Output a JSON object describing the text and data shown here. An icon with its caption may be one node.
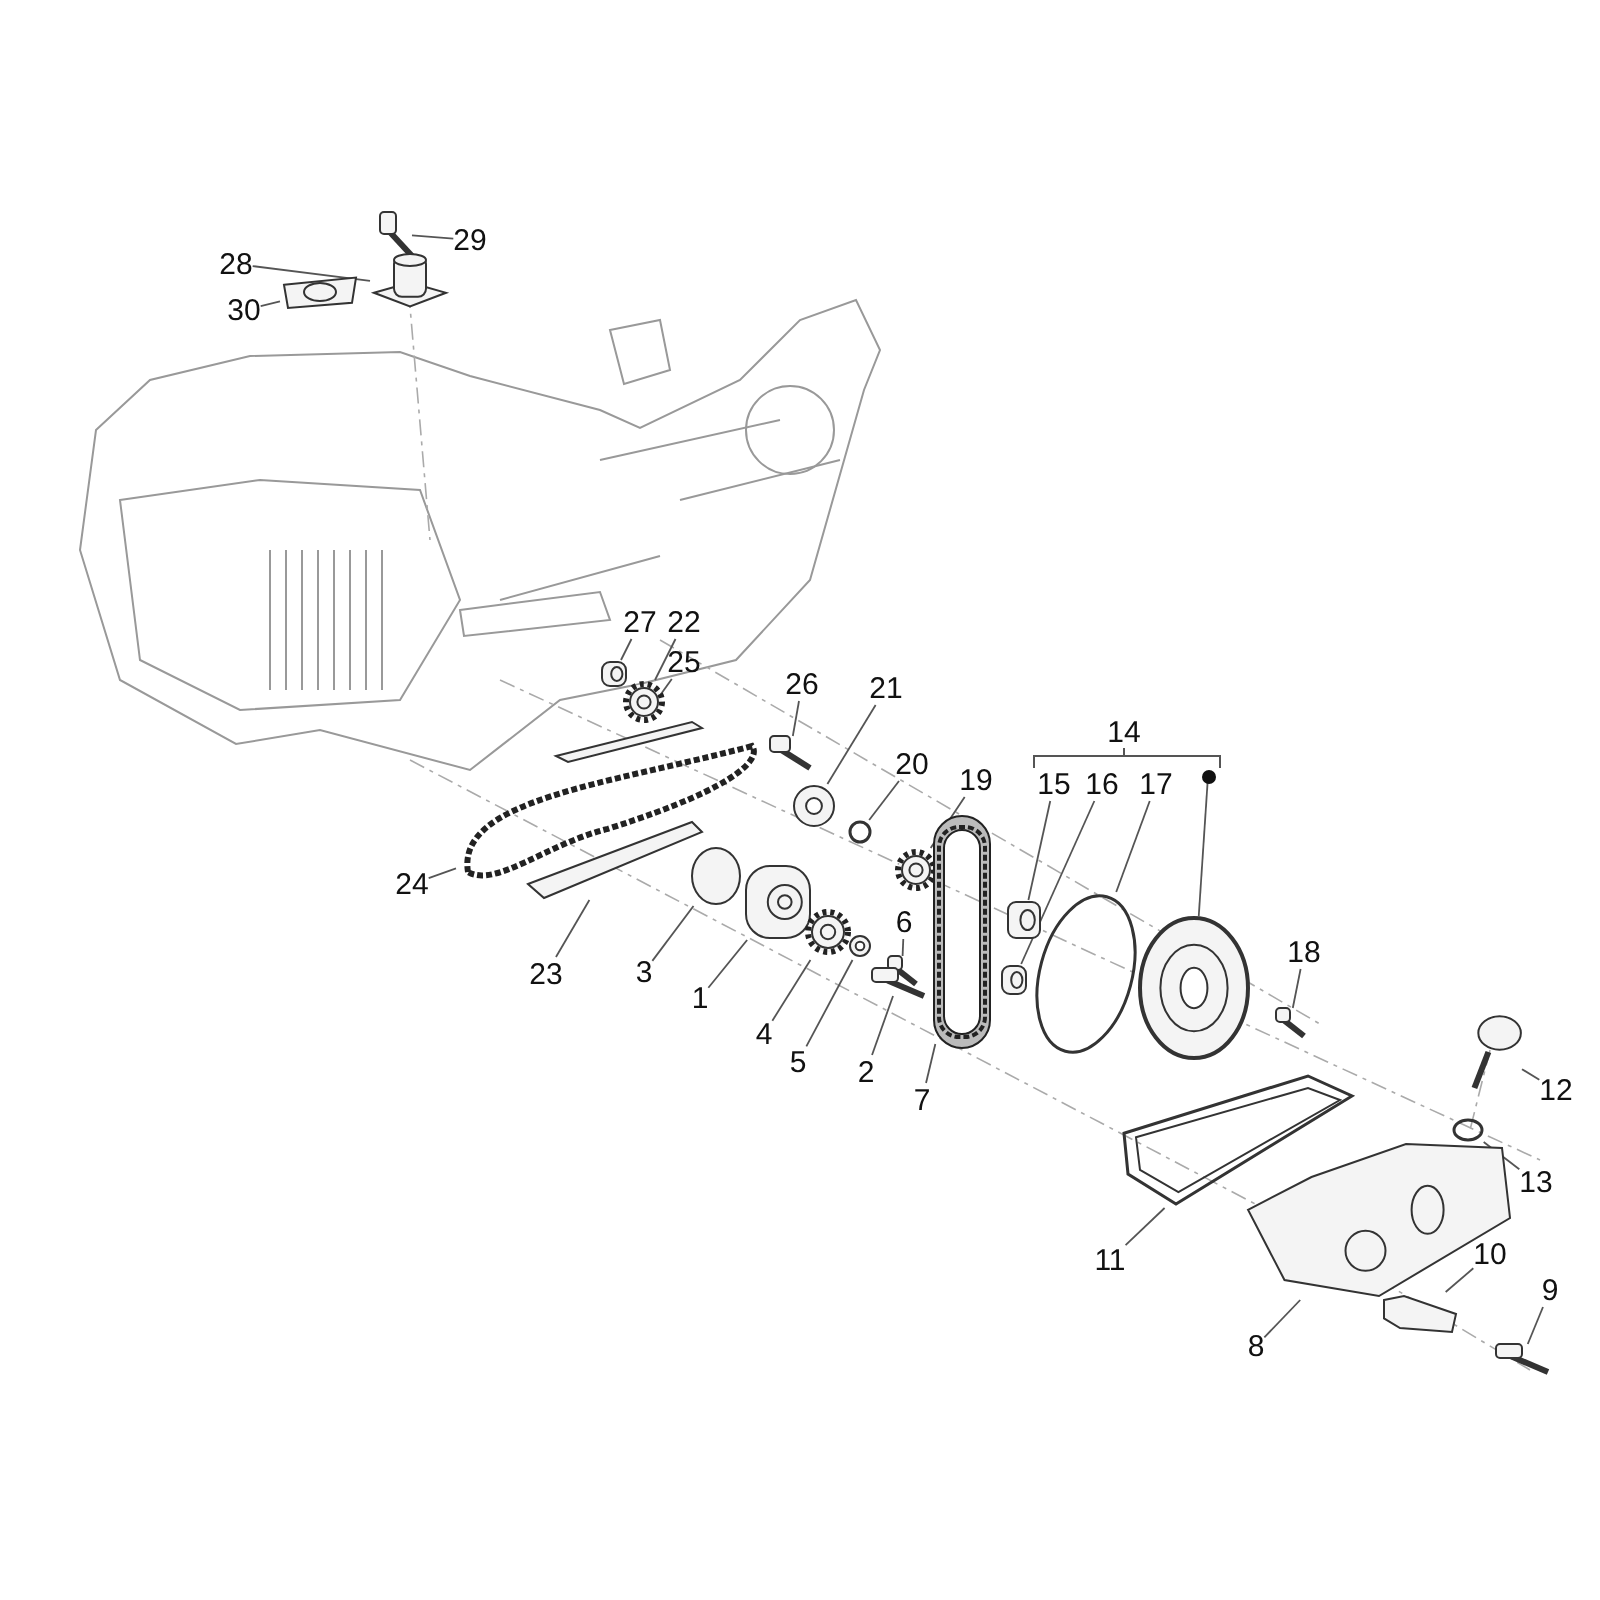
{
  "diagram": {
    "nodes": [
      {
        "text": [
          "29"
        ]
      },
      {
        "text": [
          "28"
        ]
      },
      {
        "text": [
          "30"
        ]
      },
      {
        "text": [
          "27"
        ]
      },
      {
        "text": [
          "22"
        ]
      },
      {
        "text": [
          "25"
        ]
      },
      {
        "text": [
          "26"
        ]
      },
      {
        "text": [
          "21"
        ]
      },
      {
        "text": [
          "20"
        ]
      },
      {
        "text": [
          "19"
        ]
      },
      {
        "text": [
          "15"
        ]
      },
      {
        "text": [
          "16"
        ]
      },
      {
        "text": [
          "17"
        ]
      },
      {
        "text": [],
        "shape": "circle"
      },
      {
        "text": [
          "24"
        ]
      },
      {
        "text": [
          "18"
        ]
      },
      {
        "text": [
          "6"
        ]
      },
      {
        "text": [
          "23"
        ]
      },
      {
        "text": [
          "3"
        ]
      },
      {
        "text": [
          "1"
        ]
      },
      {
        "text": [
          "4"
        ]
      },
      {
        "text": [
          "12"
        ]
      },
      {
        "text": [
          "5"
        ]
      },
      {
        "text": [
          "2"
        ]
      },
      {
        "text": [
          "7"
        ]
      },
      {
        "text": [
          "13"
        ]
      },
      {
        "text": [
          "11"
        ]
      },
      {
        "text": [
          "10"
        ]
      },
      {
        "text": [
          "9"
        ]
      },
      {
        "text": [
          "8"
        ]
      },
      {
        "text": [],
        "shape": "picture"
      },
      {
        "text": [],
        "shape": "picture"
      },
      {
        "text": [],
        "shape": "picture"
      },
      {
        "text": [],
        "shape": "picture"
      },
      {
        "text": [],
        "shape": "picture"
      },
      {
        "text": [],
        "shape": "picture"
      },
      {
        "text": [],
        "shape": "picture"
      },
      {
        "text": [],
        "shape": "picture"
      },
      {
        "text": [],
        "shape": "circle"
      },
      {
        "text": [],
        "shape": "picture"
      },
      {
        "text": [],
        "shape": "picture"
      },
      {
        "text": [],
        "shape": "picture"
      },
      {
        "text": [],
        "shape": "circle"
      },
      {
        "text": [],
        "shape": "picture"
      },
      {
        "text": [],
        "shape": "picture"
      },
      {
        "text": [],
        "shape": "picture"
      },
      {
        "text": [],
        "shape": "picture"
      },
      {
        "text": [],
        "shape": "picture"
      },
      {
        "text": [],
        "shape": "circle"
      },
      {
        "text": [],
        "shape": "picture"
      },
      {
        "text": [],
        "shape": "picture"
      },
      {
        "text": [],
        "shape": "picture"
      },
      {
        "text": [],
        "shape": "picture"
      },
      {
        "text": [],
        "shape": "picture"
      },
      {
        "text": [],
        "shape": "picture"
      },
      {
        "text": [],
        "shape": "circle"
      },
      {
        "text": [],
        "shape": "picture"
      },
      {
        "text": [],
        "shape": "picture"
      },
      {
        "text": [],
        "shape": "picture"
      },
      {
        "text": [],
        "shape": "picture"
      }
    ],
    "edges": [
      {
        "from": 0,
        "to": 30,
        "arrow": "none"
      },
      {
        "from": 1,
        "to": 31,
        "arrow": "none"
      },
      {
        "from": 2,
        "to": 32,
        "arrow": "none"
      },
      {
        "from": 3,
        "to": 33,
        "arrow": "none"
      },
      {
        "from": 4,
        "to": 34,
        "arrow": "none"
      },
      {
        "from": 5,
        "to": 35,
        "arrow": "none"
      },
      {
        "from": 6,
        "to": 36,
        "arrow": "none"
      },
      {
        "from": 7,
        "to": 37,
        "arrow": "none"
      },
      {
        "from": 8,
        "to": 38,
        "arrow": "none"
      },
      {
        "from": 9,
        "to": 39,
        "arrow": "none"
      },
      {
        "from": 10,
        "to": 40,
        "arrow": "none"
      },
      {
        "from": 11,
        "to": 41,
        "arrow": "none"
      },
      {
        "from": 12,
        "to": 42,
        "arrow": "none"
      },
      {
        "from": 13,
        "to": 43,
        "arrow": "none"
      },
      {
        "from": 14,
        "to": 44,
        "arrow": "none"
      },
      {
        "from": 15,
        "to": 45,
        "arrow": "none"
      },
      {
        "from": 16,
        "to": 46,
        "arrow": "none"
      },
      {
        "from": 17,
        "to": 47,
        "arrow": "none"
      },
      {
        "from": 18,
        "to": 48,
        "arrow": "none"
      },
      {
        "from": 19,
        "to": 49,
        "arrow": "none"
      },
      {
        "from": 20,
        "to": 50,
        "arrow": "none"
      },
      {
        "from": 21,
        "to": 51,
        "arrow": "none"
      },
      {
        "from": 22,
        "to": 52,
        "arrow": "none"
      },
      {
        "from": 23,
        "to": 53,
        "arrow": "none"
      },
      {
        "from": 24,
        "to": 54,
        "arrow": "none"
      },
      {
        "from": 25,
        "to": 55,
        "arrow": "none"
      },
      {
        "from": 26,
        "to": 56,
        "arrow": "none"
      },
      {
        "from": 27,
        "to": 57,
        "arrow": "none"
      },
      {
        "from": 28,
        "to": 58,
        "arrow": "none"
      },
      {
        "from": 29,
        "to": 59,
        "arrow": "none"
      }
    ],
    "labels": [
      "14"
    ]
  }
}
